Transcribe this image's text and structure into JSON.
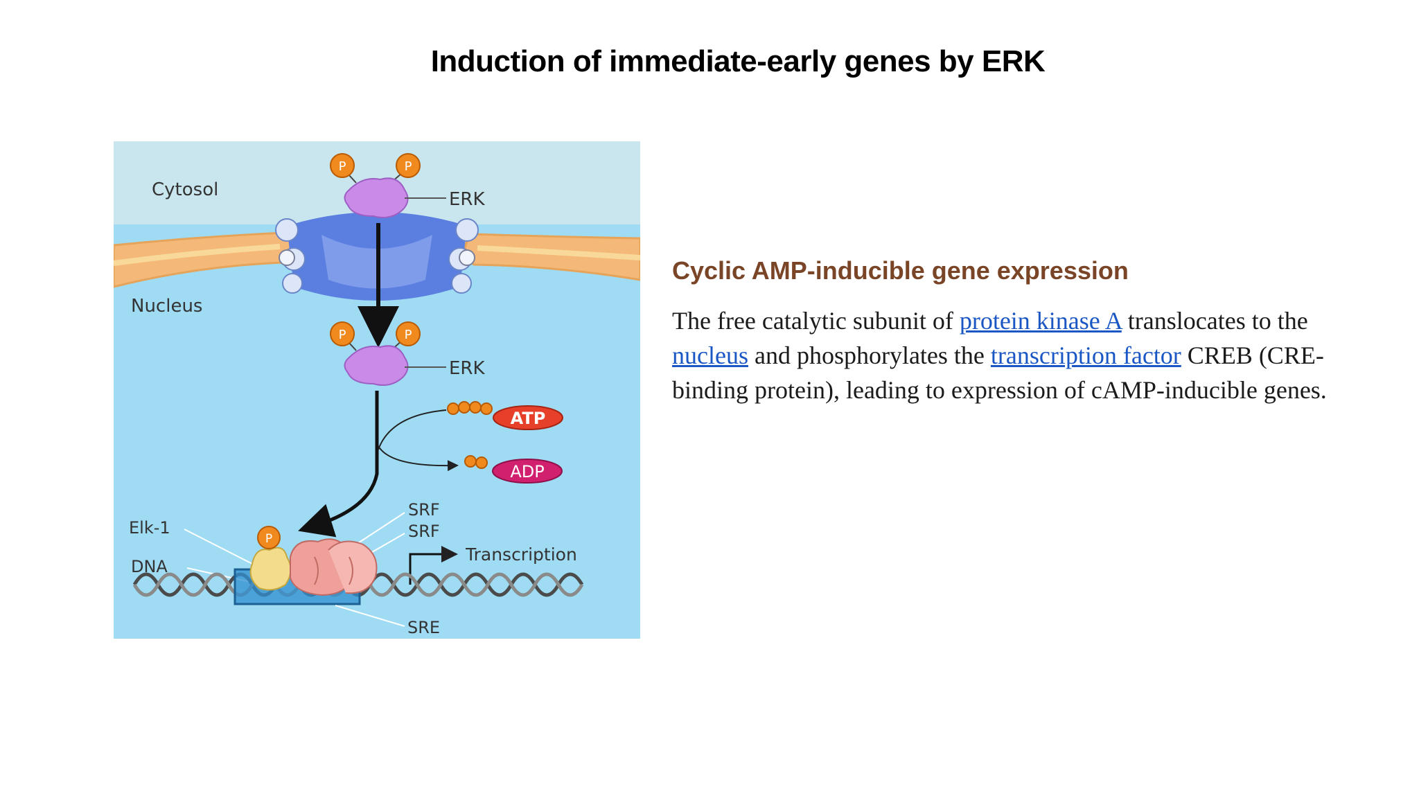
{
  "slide": {
    "title": "Induction of immediate-early genes by ERK"
  },
  "figure": {
    "labels": {
      "cytosol": "Cytosol",
      "nucleus": "Nucleus",
      "erk_top": "ERK",
      "erk_bottom": "ERK",
      "p": "P",
      "atp": "ATP",
      "adp": "ADP",
      "elk1": "Elk-1",
      "dna": "DNA",
      "srf1": "SRF",
      "srf2": "SRF",
      "transcription": "Transcription",
      "sre": "SRE"
    },
    "colors": {
      "cytosol_bg": "#c9e6ee",
      "nucleus_bg": "#9fdcf3",
      "membrane": "#f4b979",
      "pore": "#5b7fe0",
      "erk": "#c98ae8",
      "phosphate": "#f08a1e",
      "atp": "#e6402a",
      "adp": "#d0206e",
      "srf": "#f0a09a",
      "elk1": "#f3dc8c",
      "sre_box": "#2e8fd0"
    }
  },
  "panel": {
    "heading": "Cyclic AMP-inducible gene expression",
    "text_1": "The free catalytic subunit of ",
    "link_1": "protein kinase A",
    "text_2": " translocates to the ",
    "link_2": "nucleus",
    "text_3": " and phosphorylates the ",
    "link_3": "transcription factor",
    "text_4": " CREB (CRE-binding protein), leading to expression of cAMP-inducible genes."
  }
}
